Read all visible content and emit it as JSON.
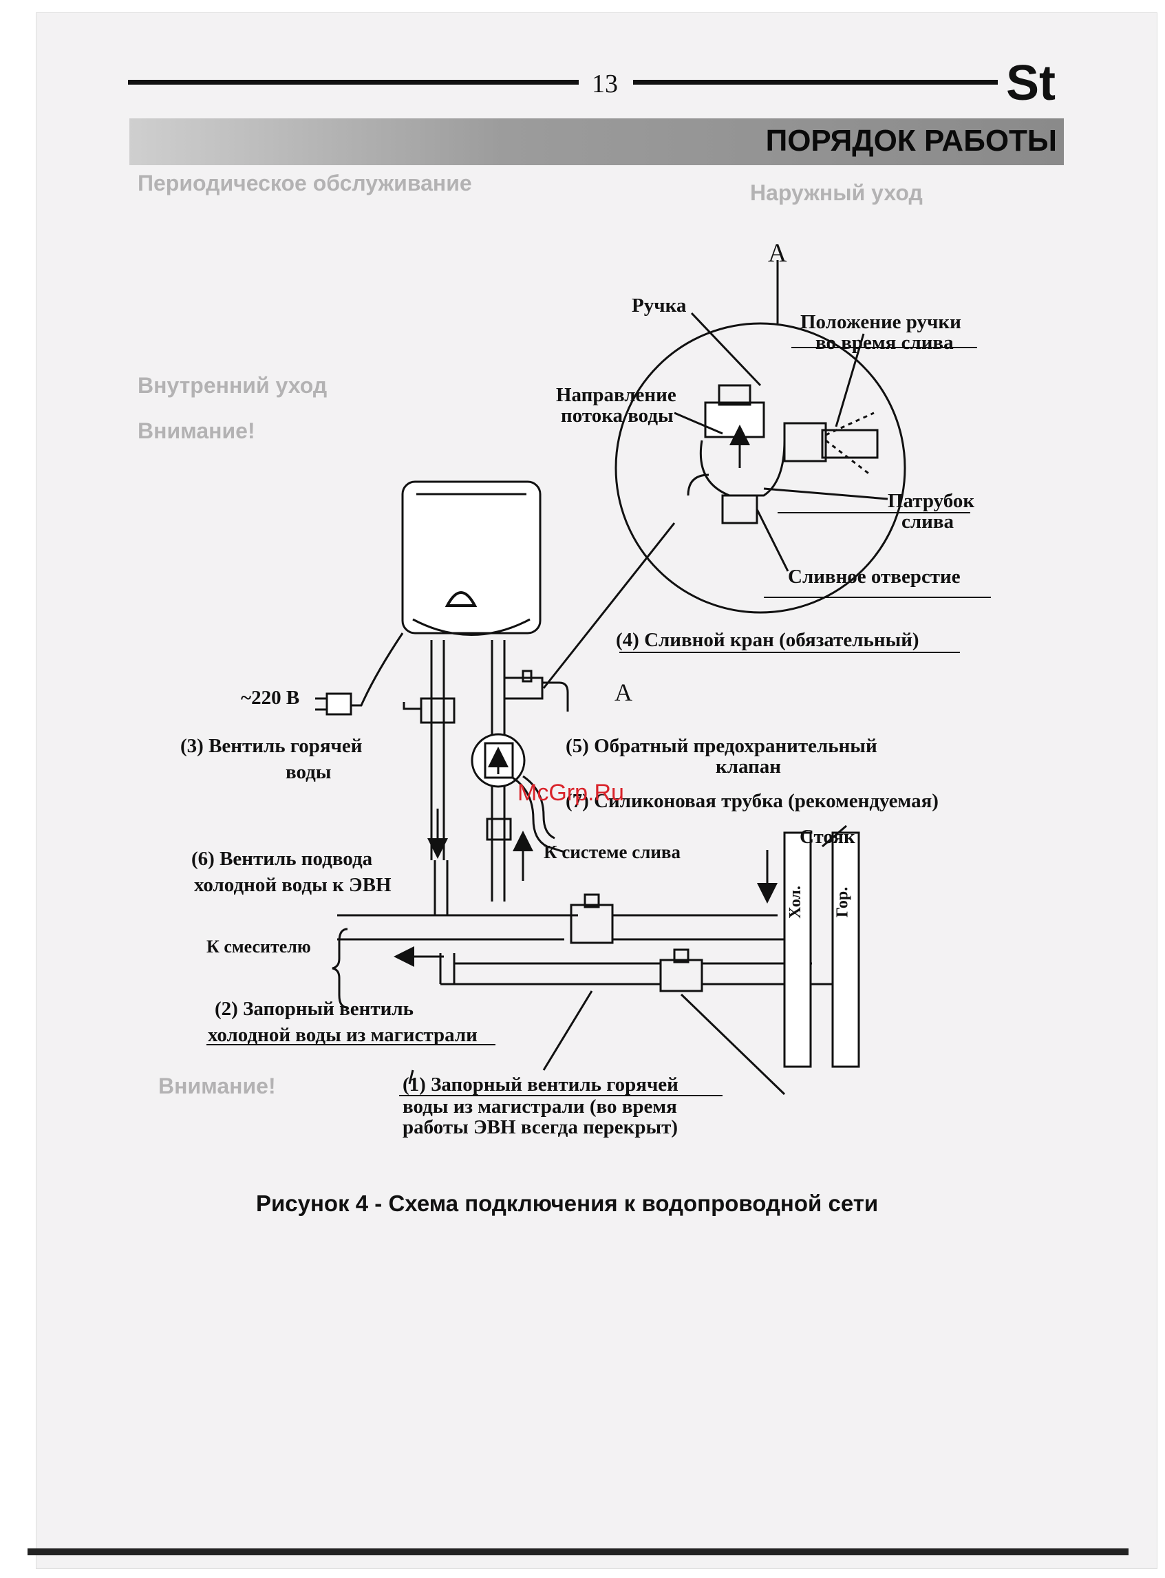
{
  "header": {
    "page_number": "13",
    "brand": "St"
  },
  "section": {
    "title": "ПОРЯДОК РАБОТЫ"
  },
  "background_text": {
    "heading_1": "Периодическое обслуживание",
    "heading_2": "Наружный уход",
    "heading_3": "Внутренний уход",
    "heading_4": "Внимание!",
    "heading_5": "Внимание!"
  },
  "diagram": {
    "detail_letter": "А",
    "labels": {
      "handle": "Ручка",
      "handle_position_l1": "Положение ручки",
      "handle_position_l2": "во время слива",
      "flow_direction_l1": "Направление",
      "flow_direction_l2": "потока воды",
      "drain_pipe_l1": "Патрубок",
      "drain_pipe_l2": "слива",
      "drain_hole": "Сливное отверстие",
      "drain_valve": "(4) Сливной кран (обязательный)",
      "power": "~220 В",
      "detail_ref": "А",
      "hot_valve_l1": "(3) Вентиль горячей",
      "hot_valve_l2": "воды",
      "check_valve_l1": "(5) Обратный предохранительный",
      "check_valve_l2": "клапан",
      "silicone_tube": "(7) Силиконовая трубка (рекомендуемая)",
      "riser": "Стояк",
      "to_drain": "К системе слива",
      "cold_valve_l1": "(6) Вентиль подвода",
      "cold_valve_l2": "холодной воды к ЭВН",
      "to_mixer": "К смесителю",
      "cold_main_l1": "(2) Запорный вентиль",
      "cold_main_l2": "холодной воды из магистрали",
      "riser_cold": "Хол.",
      "riser_hot": "Гор.",
      "hot_main_l1": "(1) Запорный вентиль горячей",
      "hot_main_l2": "воды из магистрали (во время",
      "hot_main_l3": "работы ЭВН всегда перекрыт)"
    },
    "caption": "Рисунок 4 -  Схема подключения к водопроводной сети"
  },
  "watermark": "McGrp.Ru",
  "colors": {
    "ink": "#111111",
    "bar": "#9c9c9c",
    "watermark": "#d9232a"
  }
}
